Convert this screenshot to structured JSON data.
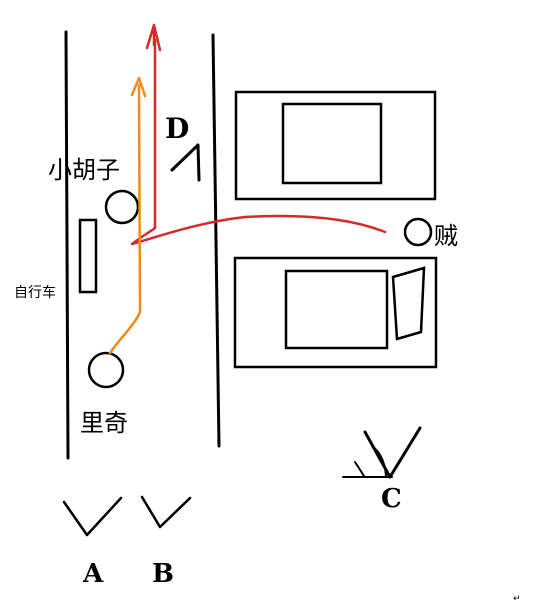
{
  "labels": {
    "xiao_huzi": "小胡子",
    "zei": "贼",
    "bicycle": "自行车",
    "riqi": "里奇",
    "D": "D",
    "A": "A",
    "B": "B",
    "C": "C",
    "corner_mark": "↵"
  },
  "colors": {
    "ink": "#000000",
    "red_path": "#d42a2a",
    "orange_path": "#f08a1e"
  }
}
